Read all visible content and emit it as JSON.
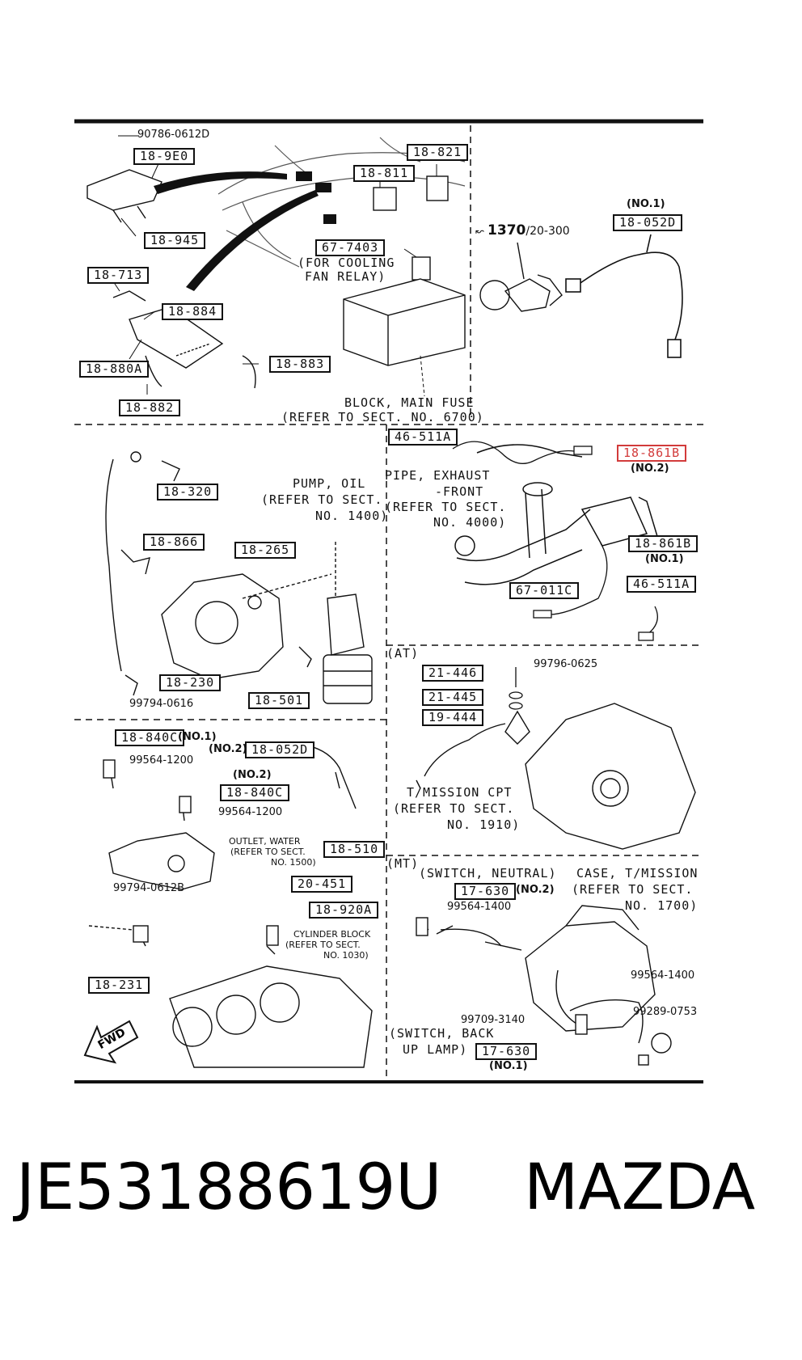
{
  "parts": {
    "p90786": "90786-0612D",
    "p18_9E0": "18-9E0",
    "p18_945": "18-945",
    "p18_713": "18-713",
    "p18_884": "18-884",
    "p18_880A": "18-880A",
    "p18_882": "18-882",
    "p18_883": "18-883",
    "p18_821": "18-821",
    "p18_811": "18-811",
    "p67_7403": "67-7403",
    "p18_052D_top": "18-052D",
    "p1370_num": "1370",
    "p1370_sub": "/20-300",
    "p46_511A_a": "46-511A",
    "p18_861B_top": "18-861B",
    "p18_861B_mid": "18-861B",
    "p67_011C": "67-011C",
    "p46_511A_b": "46-511A",
    "p18_320": "18-320",
    "p18_866": "18-866",
    "p18_265": "18-265",
    "p18_230": "18-230",
    "p99794_0616": "99794-0616",
    "p18_501": "18-501",
    "p21_446": "21-446",
    "p99796": "99796-0625",
    "p21_445": "21-445",
    "p19_444": "19-444",
    "p18_840C_a": "18-840C",
    "p99564_a": "99564-1200",
    "p18_052D_low": "18-052D",
    "p18_840C_b": "18-840C",
    "p99564_b": "99564-1200",
    "p18_510": "18-510",
    "p99794_0612B": "99794-0612B",
    "p20_451": "20-451",
    "p18_920A": "18-920A",
    "p18_231": "18-231",
    "p17_630_a": "17-630",
    "p99564_1400_a": "99564-1400",
    "p99709": "99709-3140",
    "p17_630_b": "17-630",
    "p99564_1400_b": "99564-1400",
    "p99289": "99289-0753"
  },
  "notes": {
    "no1_top": "(NO.1)",
    "no2_o2": "(NO.2)",
    "no1_o2": "(NO.1)",
    "no1_840c": "(NO.1)",
    "no2_052d": "(NO.2)",
    "no2_840c": "(NO.2)",
    "no2_630": "(NO.2)",
    "no1_630": "(NO.1)",
    "fan_relay_1": "(FOR COOLING",
    "fan_relay_2": "FAN RELAY)",
    "block_1": "BLOCK, MAIN FUSE",
    "block_2": "(REFER TO SECT. NO. 6700)",
    "pump_1": "PUMP, OIL",
    "pump_2": "(REFER TO SECT.",
    "pump_3": "NO. 1400)",
    "pipe_1": "PIPE, EXHAUST",
    "pipe_2": "-FRONT",
    "pipe_3": "(REFER TO SECT.",
    "pipe_4": "NO. 4000)",
    "at": "(AT)",
    "mt": "(MT)",
    "tmiss_1": "T/MISSION CPT",
    "tmiss_2": "(REFER TO SECT.",
    "tmiss_3": "NO. 1910)",
    "outlet_1": "OUTLET, WATER",
    "outlet_2": "(REFER TO SECT.",
    "outlet_3": "NO. 1500)",
    "cyl_1": "CYLINDER BLOCK",
    "cyl_2": "(REFER TO SECT.",
    "cyl_3": "NO. 1030)",
    "sw_neutral": "(SWITCH, NEUTRAL)",
    "case_1": "CASE, T/MISSION",
    "case_2": "(REFER TO SECT.",
    "case_3": "NO. 1700)",
    "sw_back_1": "(SWITCH, BACK",
    "sw_back_2": "UP LAMP)",
    "fwd": "FWD"
  },
  "caption": {
    "part_number": "JE53188619U",
    "brand": "MAZDA"
  },
  "colors": {
    "ink": "#111111",
    "highlight": "#d23b3b"
  }
}
